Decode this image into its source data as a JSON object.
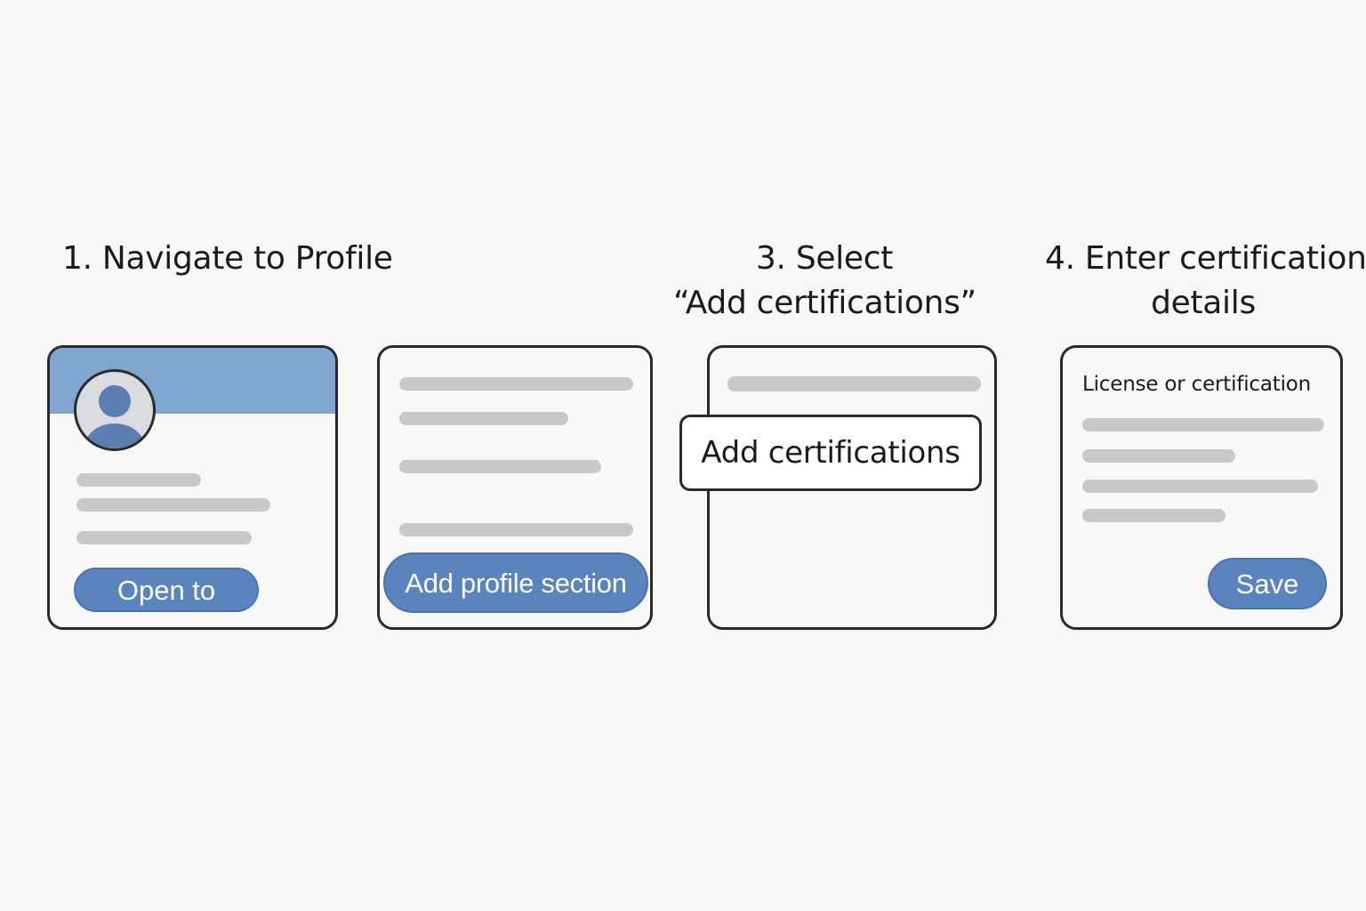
{
  "steps": [
    {
      "title_lines": [
        "1. Navigate to Profile"
      ],
      "button_label": "Open to"
    },
    {
      "title_lines": [],
      "button_label": "Add profile section"
    },
    {
      "title_lines": [
        "3. Select",
        "“Add certifications”"
      ],
      "option_label": "Add certifications"
    },
    {
      "title_lines": [
        "4. Enter certification",
        "details"
      ],
      "field_label": "License or certification",
      "button_label": "Save"
    }
  ],
  "colors": {
    "accent": "#5a84bd",
    "banner": "#7fa6cf",
    "placeholder_bar": "#c8c8c8",
    "border": "#2a2a2a",
    "background": "#f7f7f5"
  },
  "icons": [
    "user-avatar-icon"
  ]
}
